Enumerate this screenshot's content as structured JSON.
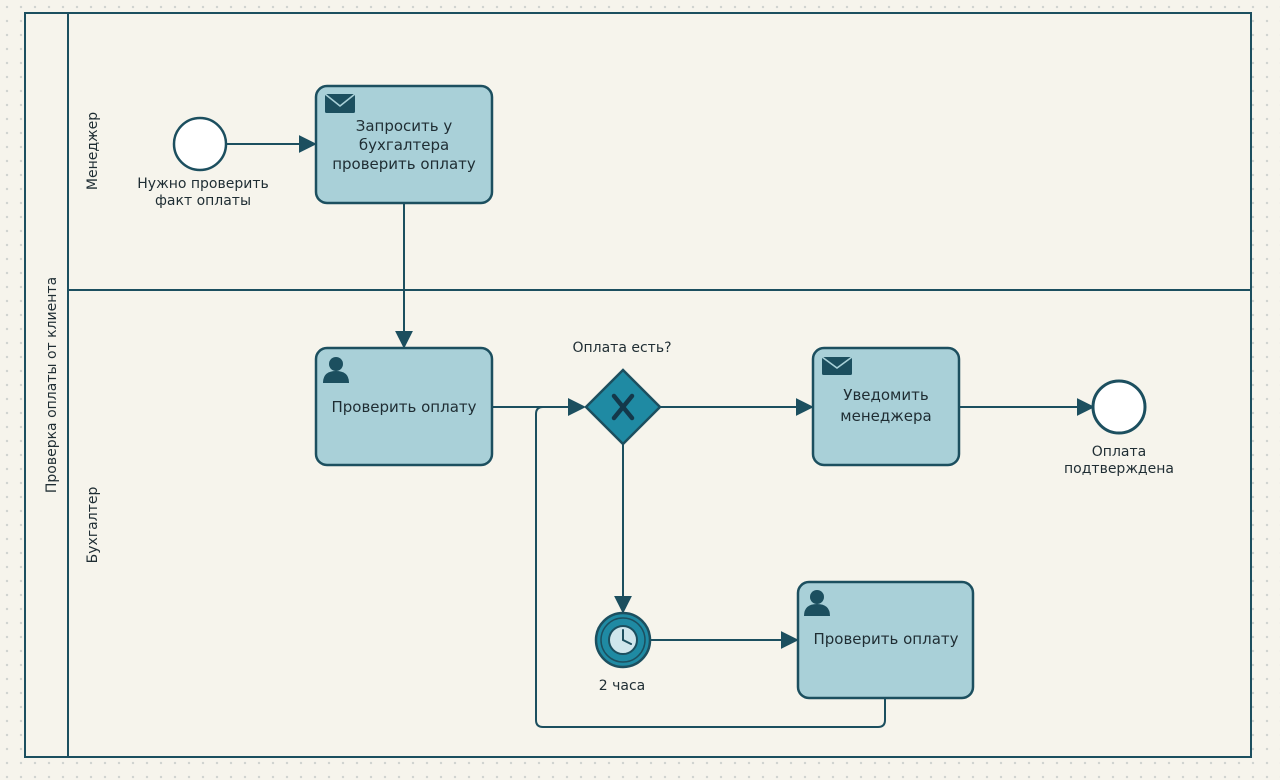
{
  "pool": {
    "title": "Проверка оплаты от клиента",
    "lanes": [
      {
        "label": "Менеджер"
      },
      {
        "label": "Бухгалтер"
      }
    ]
  },
  "start_event": {
    "label_lines": [
      "Нужно проверить",
      "факт оплаты"
    ]
  },
  "tasks": {
    "request_check": {
      "type": "send",
      "icon": "envelope-icon",
      "label_lines": [
        "Запросить у",
        "бухгалтера",
        "проверить оплату"
      ]
    },
    "check_payment": {
      "type": "user",
      "icon": "user-icon",
      "label_lines": [
        "Проверить оплату"
      ]
    },
    "notify_manager": {
      "type": "send",
      "icon": "envelope-icon",
      "label_lines": [
        "Уведомить",
        "менеджера"
      ]
    },
    "check_payment_again": {
      "type": "user",
      "icon": "user-icon",
      "label_lines": [
        "Проверить оплату"
      ]
    }
  },
  "gateway": {
    "type": "exclusive",
    "icon": "x-icon",
    "label": "Оплата есть?"
  },
  "timer_event": {
    "icon": "clock-icon",
    "label": "2 часа"
  },
  "end_event": {
    "label_lines": [
      "Оплата",
      "подтверждена"
    ]
  },
  "colors": {
    "stroke": "#1c4f5f",
    "task_fill": "#a9d0d8",
    "gateway_fill": "#1f8aa3",
    "timer_fill": "#1f8aa3",
    "icon": "#1c4f5f",
    "background": "#f6f4ec"
  }
}
